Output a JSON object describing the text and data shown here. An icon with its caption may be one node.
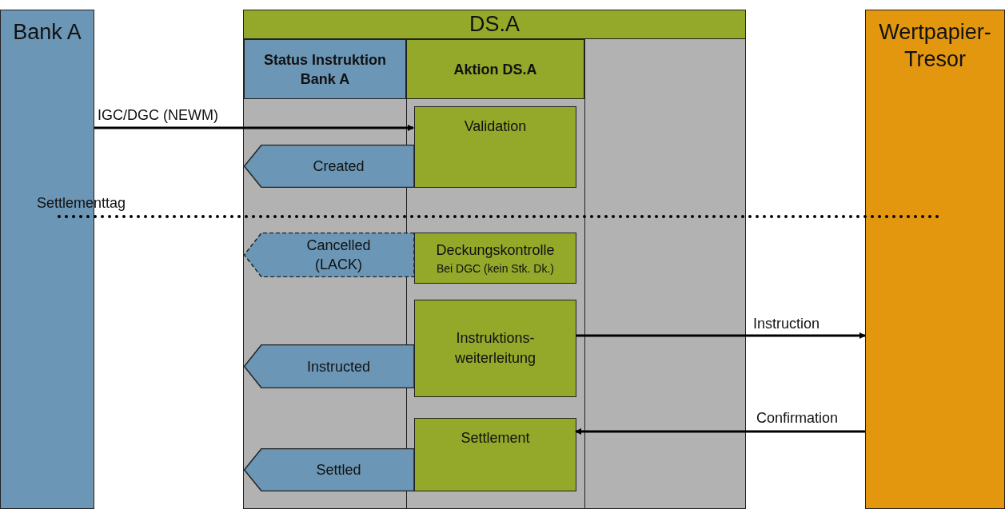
{
  "diagram": {
    "nodes": [
      {
        "text": [
          "Bank A"
        ]
      },
      {
        "text": [
          "DS.A"
        ]
      },
      {
        "text": [
          "Status Instruktion Bank A"
        ],
        "in": 1
      },
      {
        "text": [
          "Aktion DS.A"
        ],
        "in": 1
      },
      {
        "text": [
          "Wertpapier-Tresor"
        ]
      },
      {
        "text": [
          "Validation"
        ],
        "in": 1
      },
      {
        "text": [
          "Created"
        ],
        "in": 1
      },
      {
        "text": [
          "Cancelled (LACK)"
        ],
        "in": 1
      },
      {
        "text": [
          "Deckungskontrolle",
          "Bei DGC (kein Stk. Dk.)"
        ],
        "in": 1
      },
      {
        "text": [
          "Instruktions- weiterleitung"
        ],
        "in": 1
      },
      {
        "text": [
          "Instructed"
        ],
        "in": 1
      },
      {
        "text": [
          "Settlement"
        ],
        "in": 1
      },
      {
        "text": [
          "Settled"
        ],
        "in": 1
      }
    ],
    "edges": [
      {
        "from": 0,
        "to": 5,
        "arrow": "to",
        "label": "IGC/DGC (NEWM)"
      },
      {
        "from": 9,
        "to": 4,
        "arrow": "to",
        "label": "Instruction"
      },
      {
        "from": 4,
        "to": 11,
        "arrow": "to",
        "label": "Confirmation"
      }
    ],
    "labels": [
      "Settlementtag"
    ]
  }
}
